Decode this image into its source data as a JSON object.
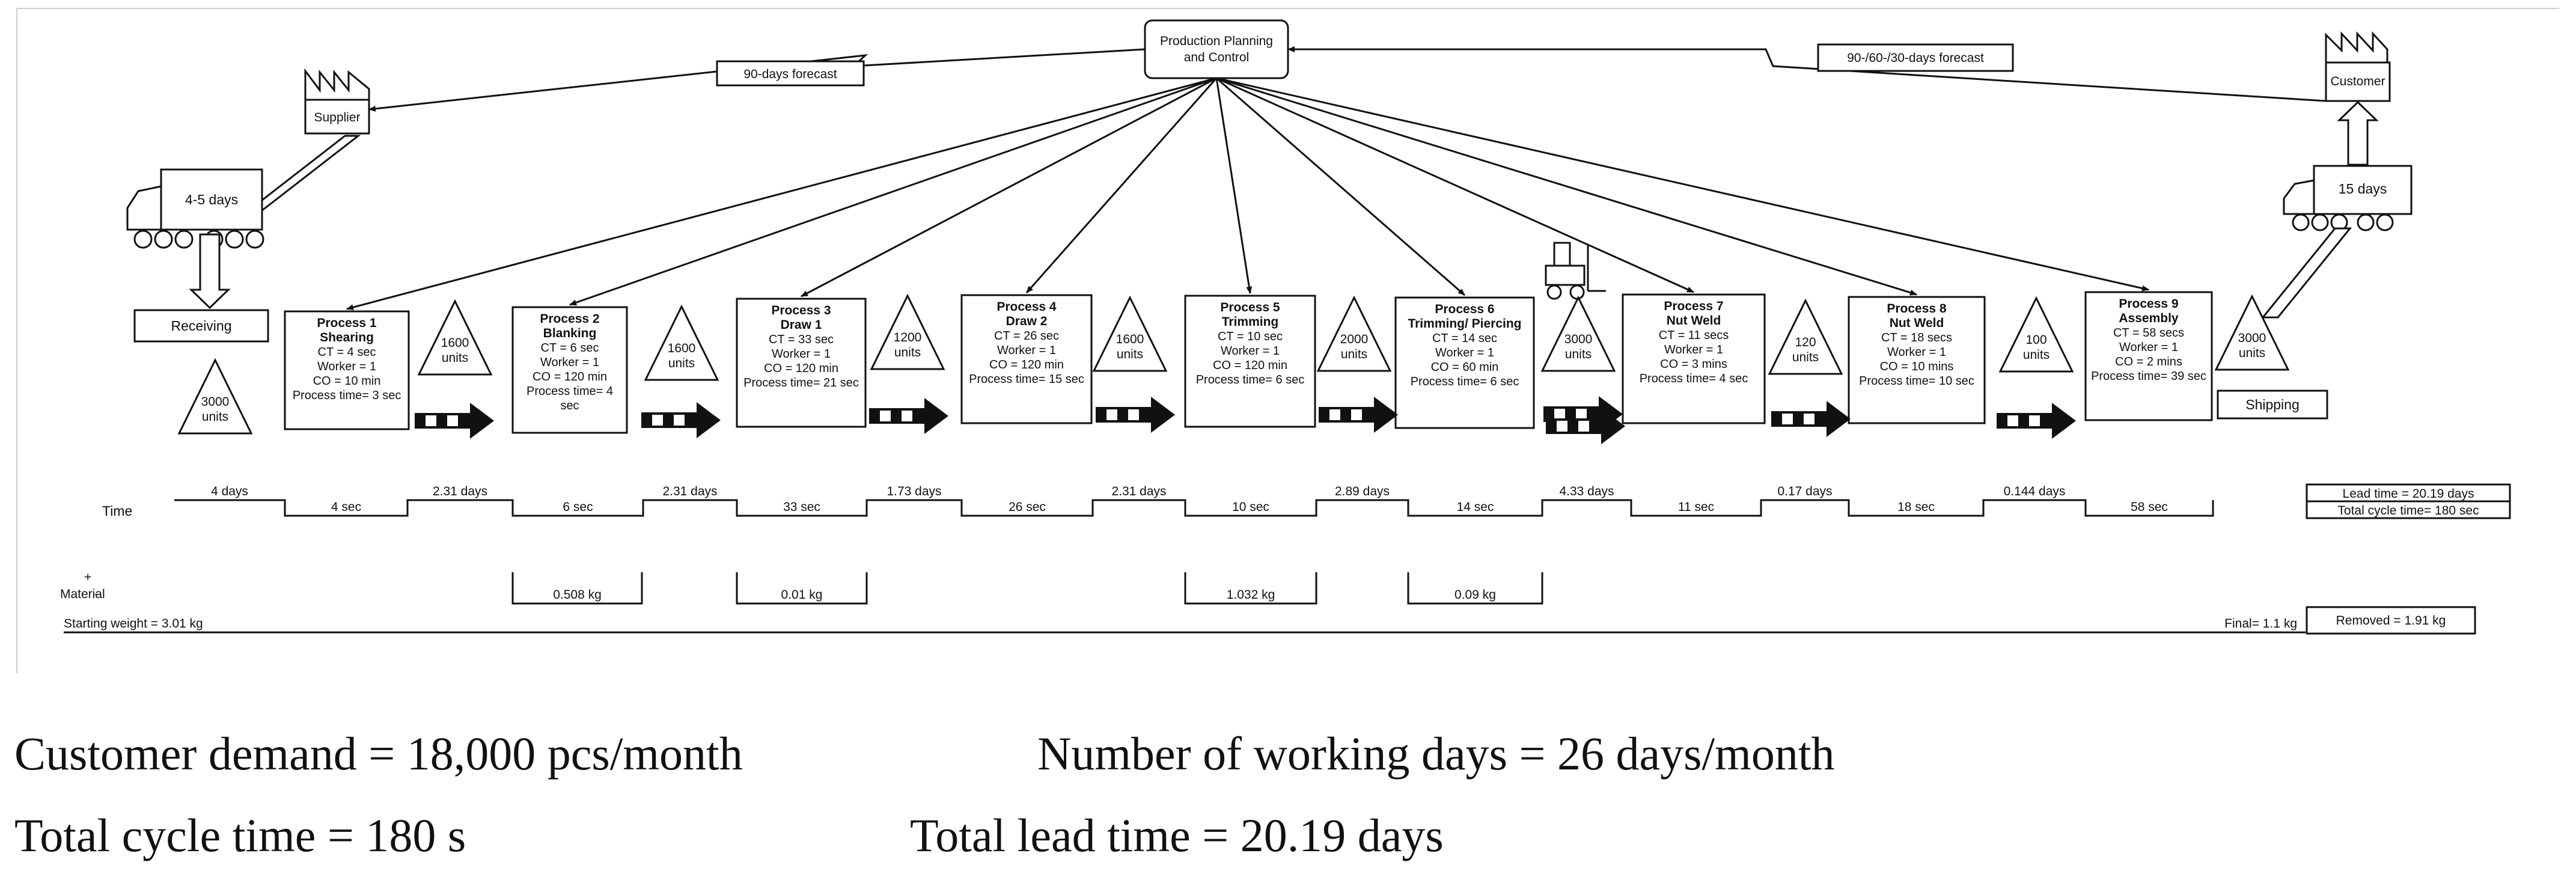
{
  "planning": {
    "line1": "Production Planning",
    "line2": "and Control"
  },
  "supplier": "Supplier",
  "customer": "Customer",
  "supplier_forecast": "90-days forecast",
  "customer_forecast": "90-/60-/30-days forecast",
  "supplier_truck": "4-5 days",
  "customer_truck": "15 days",
  "receiving": "Receiving",
  "shipping": "Shipping",
  "processes": [
    {
      "title": "Process 1",
      "name": "Shearing",
      "ct": "CT = 4 sec",
      "worker": "Worker = 1",
      "co": "CO = 10 min",
      "pt": "Process time= 3 sec"
    },
    {
      "title": "Process 2",
      "name": "Blanking",
      "ct": "CT = 6 sec",
      "worker": "Worker = 1",
      "co": "CO = 120 min",
      "pt": "Process time= 4",
      "pt2": "sec"
    },
    {
      "title": "Process 3",
      "name": "Draw 1",
      "ct": "CT = 33 sec",
      "worker": "Worker = 1",
      "co": "CO = 120 min",
      "pt": "Process time= 21 sec"
    },
    {
      "title": "Process 4",
      "name": "Draw 2",
      "ct": "CT = 26 sec",
      "worker": "Worker = 1",
      "co": "CO = 120 min",
      "pt": "Process time= 15 sec"
    },
    {
      "title": "Process 5",
      "name": "Trimming",
      "ct": "CT = 10 sec",
      "worker": "Worker = 1",
      "co": "CO = 120 min",
      "pt": "Process time= 6 sec"
    },
    {
      "title": "Process 6",
      "name": "Trimming/ Piercing",
      "ct": "CT = 14 sec",
      "worker": "Worker = 1",
      "co": "CO = 60 min",
      "pt": "Process time= 6 sec"
    },
    {
      "title": "Process 7",
      "name": "Nut Weld",
      "ct": "CT = 11 secs",
      "worker": "Worker = 1",
      "co": "CO = 3 mins",
      "pt": "Process time= 4 sec"
    },
    {
      "title": "Process 8",
      "name": "Nut Weld",
      "ct": "CT = 18 secs",
      "worker": "Worker = 1",
      "co": "CO = 10 mins",
      "pt": "Process time= 10 sec"
    },
    {
      "title": "Process 9",
      "name": "Assembly",
      "ct": "CT = 58 secs",
      "worker": "Worker = 1",
      "co": "CO = 2 mins",
      "pt": "Process time= 39 sec"
    }
  ],
  "inventories": [
    {
      "qty": "3000",
      "unit": "units"
    },
    {
      "qty": "1600",
      "unit": "units"
    },
    {
      "qty": "1600",
      "unit": "units"
    },
    {
      "qty": "1200",
      "unit": "units"
    },
    {
      "qty": "1600",
      "unit": "units"
    },
    {
      "qty": "2000",
      "unit": "units"
    },
    {
      "qty": "3000",
      "unit": "units"
    },
    {
      "qty": "120",
      "unit": "units"
    },
    {
      "qty": "100",
      "unit": "units"
    },
    {
      "qty": "3000",
      "unit": "units"
    }
  ],
  "timeline": {
    "label": "Time",
    "waits": [
      "4 days",
      "2.31 days",
      "2.31 days",
      "1.73 days",
      "2.31 days",
      "2.89 days",
      "4.33 days",
      "0.17 days",
      "0.144 days"
    ],
    "cycles": [
      "4 sec",
      "6 sec",
      "33 sec",
      "26 sec",
      "10 sec",
      "14 sec",
      "11 sec",
      "18 sec",
      "58 sec"
    ]
  },
  "lead_time": "Lead time = 20.19 days",
  "total_cycle": "Total cycle time= 180 sec",
  "material": {
    "label": "Material",
    "plus": "+",
    "minus": "-",
    "losses": [
      "0.508 kg",
      "0.01 kg",
      "1.032 kg",
      "0.09 kg"
    ],
    "start": "Starting weight = 3.01 kg",
    "final": "Final= 1.1 kg",
    "removed": "Removed = 1.91 kg"
  },
  "summary": {
    "demand": "Customer demand = 18,000 pcs/month",
    "working_days": "Number of working days = 26 days/month",
    "cycle_time": "Total cycle time = 180 s",
    "lead_time": "Total lead time = 20.19 days"
  },
  "colors": {
    "line": "#111111",
    "background": "#ffffff",
    "frame": "#cccccc"
  }
}
